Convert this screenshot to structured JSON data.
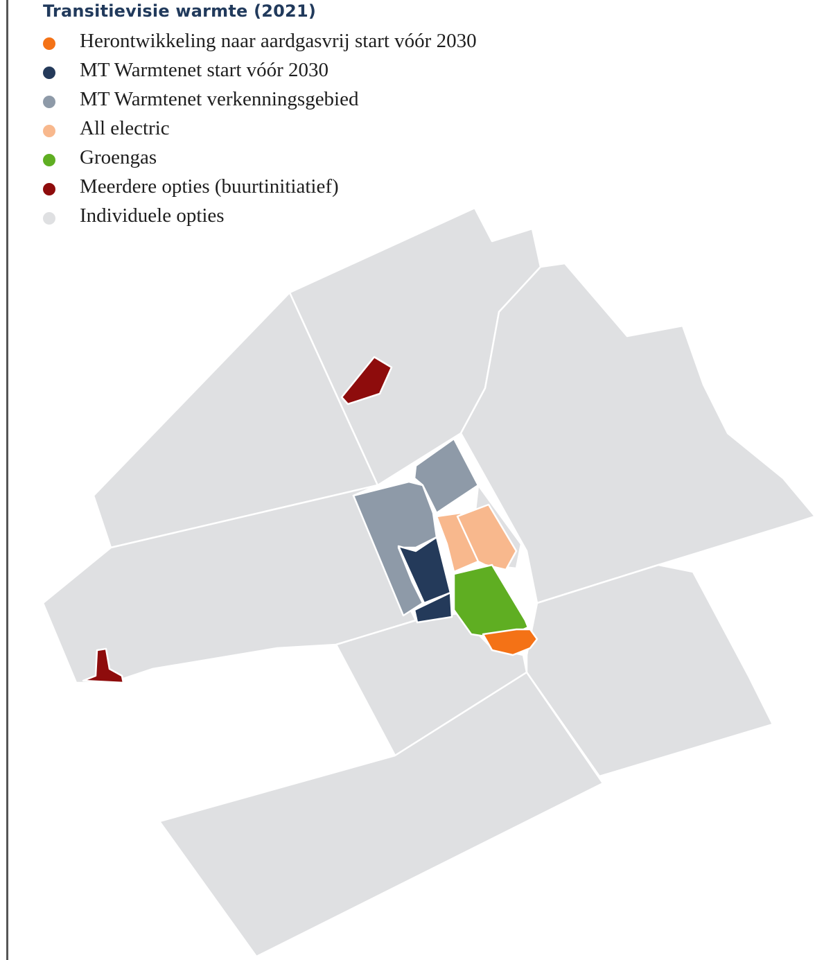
{
  "title": "Transitievisie warmte (2021)",
  "legend": [
    {
      "label": "Herontwikkeling naar aardgasvrij start vóór 2030",
      "color": "#f47216"
    },
    {
      "label": "MT Warmtenet start vóór 2030",
      "color": "#243a5a"
    },
    {
      "label": "MT Warmtenet verkenningsgebied",
      "color": "#8e9aa8"
    },
    {
      "label": "All electric",
      "color": "#f8b88d"
    },
    {
      "label": "Groengas",
      "color": "#5fae22"
    },
    {
      "label": "Meerdere opties (buurtinitiatief)",
      "color": "#8e0c0c"
    },
    {
      "label": "Individuele opties",
      "color": "#dfe0e2"
    }
  ]
}
